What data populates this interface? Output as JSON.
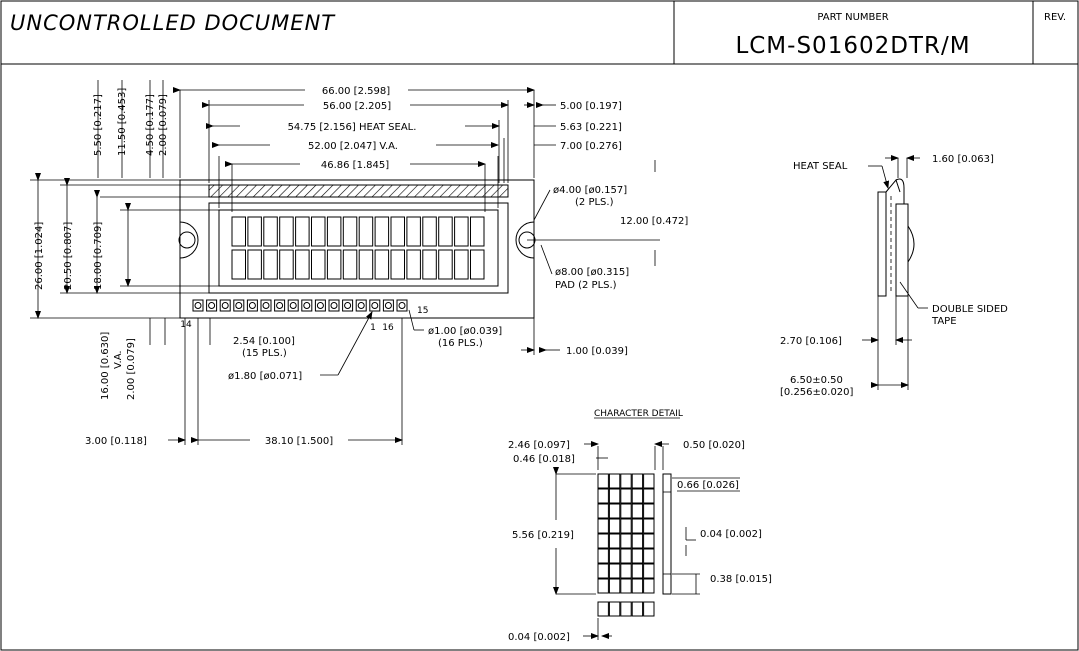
{
  "title_block": {
    "uncontrolled": "UNCONTROLLED DOCUMENT",
    "part_number_label": "PART NUMBER",
    "part_number": "LCM-S01602DTR/M",
    "rev_label": "REV."
  },
  "front_view": {
    "dim_overall_width": "66.00 [2.598]",
    "dim_bezel_width": "56.00 [2.205]",
    "dim_heat_seal": "54.75 [2.156] HEAT SEAL.",
    "dim_va_width": "52.00 [2.047] V.A.",
    "dim_aa_width": "46.86 [1.845]",
    "dim_right_1": "5.00 [0.197]",
    "dim_right_2": "5.63 [0.221]",
    "dim_right_3": "7.00 [0.276]",
    "dim_top_1": "5.50 [0.217]",
    "dim_top_2": "11.50 [0.453]",
    "dim_top_3": "4.50 [0.177]",
    "dim_top_4": "2.00 [0.079]",
    "dim_left_1": "26.00 [1.024]",
    "dim_left_2": "20.50 [0.807]",
    "dim_left_3": "18.00 [0.709]",
    "dim_bottom_1": "16.00 [0.630]",
    "dim_bottom_va": "V.A.",
    "dim_bottom_2": "2.00 [0.079]",
    "mount_hole": "ø4.00 [ø0.157]",
    "mount_hole_count": "(2 PLS.)",
    "mount_pitch": "12.00 [0.472]",
    "pad": "ø8.00 [ø0.315]",
    "pad_count": "PAD (2 PLS.)",
    "pin_pitch": "2.54 [0.100]",
    "pin_pitch_count": "(15 PLS.)",
    "pin_pad": "ø1.80 [ø0.071]",
    "pin_hole": "ø1.00 [ø0.039]",
    "pin_hole_count": "(16 PLS.)",
    "pin_edge": "1.00 [0.039]",
    "pin_offset": "3.00 [0.118]",
    "pin_span": "38.10 [1.500]",
    "pin_14": "14",
    "pin_15": "15",
    "pin_1": "1",
    "pin_16": "16"
  },
  "side_view": {
    "heat_seal": "HEAT SEAL",
    "dim_thickness": "1.60 [0.063]",
    "tape_1": "DOUBLE SIDED",
    "tape_2": "TAPE",
    "dim_pcb": "2.70 [0.106]",
    "dim_total": "6.50±0.50",
    "dim_total_in": "[0.256±0.020]"
  },
  "char_detail": {
    "title": "CHARACTER DETAIL",
    "dim_width": "2.46 [0.097]",
    "dim_dot_w": "0.46 [0.018]",
    "dim_gap": "0.50 [0.020]",
    "dim_dot_h": "0.66 [0.026]",
    "dim_height": "5.56 [0.219]",
    "dim_dot_gap": "0.04 [0.002]",
    "dim_cursor": "0.38 [0.015]",
    "dim_bottom_gap": "0.04 [0.002]"
  }
}
